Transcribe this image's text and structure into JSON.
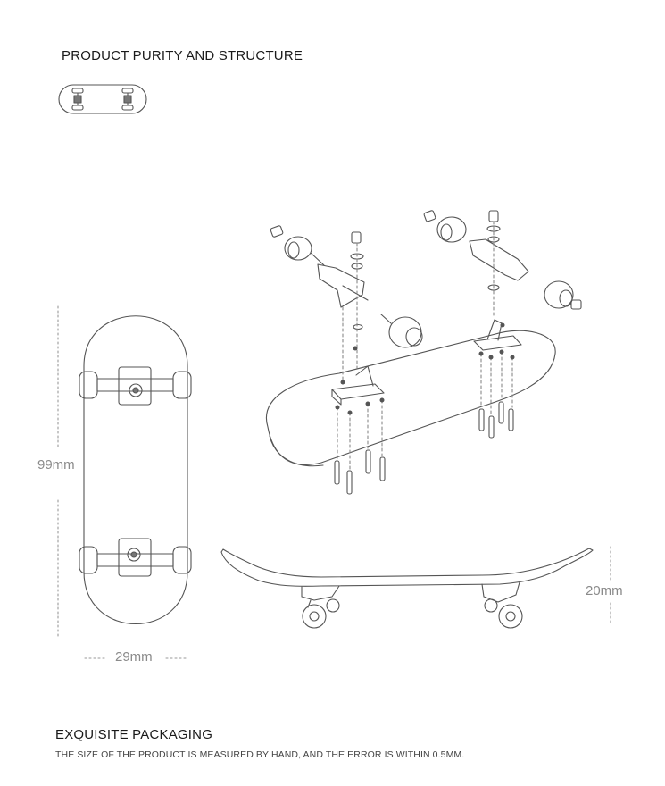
{
  "header": {
    "title": "PRODUCT PURITY AND STRUCTURE"
  },
  "dimensions": {
    "length": "99mm",
    "width": "29mm",
    "height": "20mm"
  },
  "footer": {
    "title": "EXQUISITE PACKAGING",
    "note": "THE SIZE OF THE PRODUCT IS MEASURED BY HAND, AND THE ERROR IS WITHIN 0.5MM."
  },
  "icons": [
    "board-thumbnail-icon",
    "skateboard-top-view",
    "exploded-assembly-view",
    "skateboard-side-view"
  ]
}
